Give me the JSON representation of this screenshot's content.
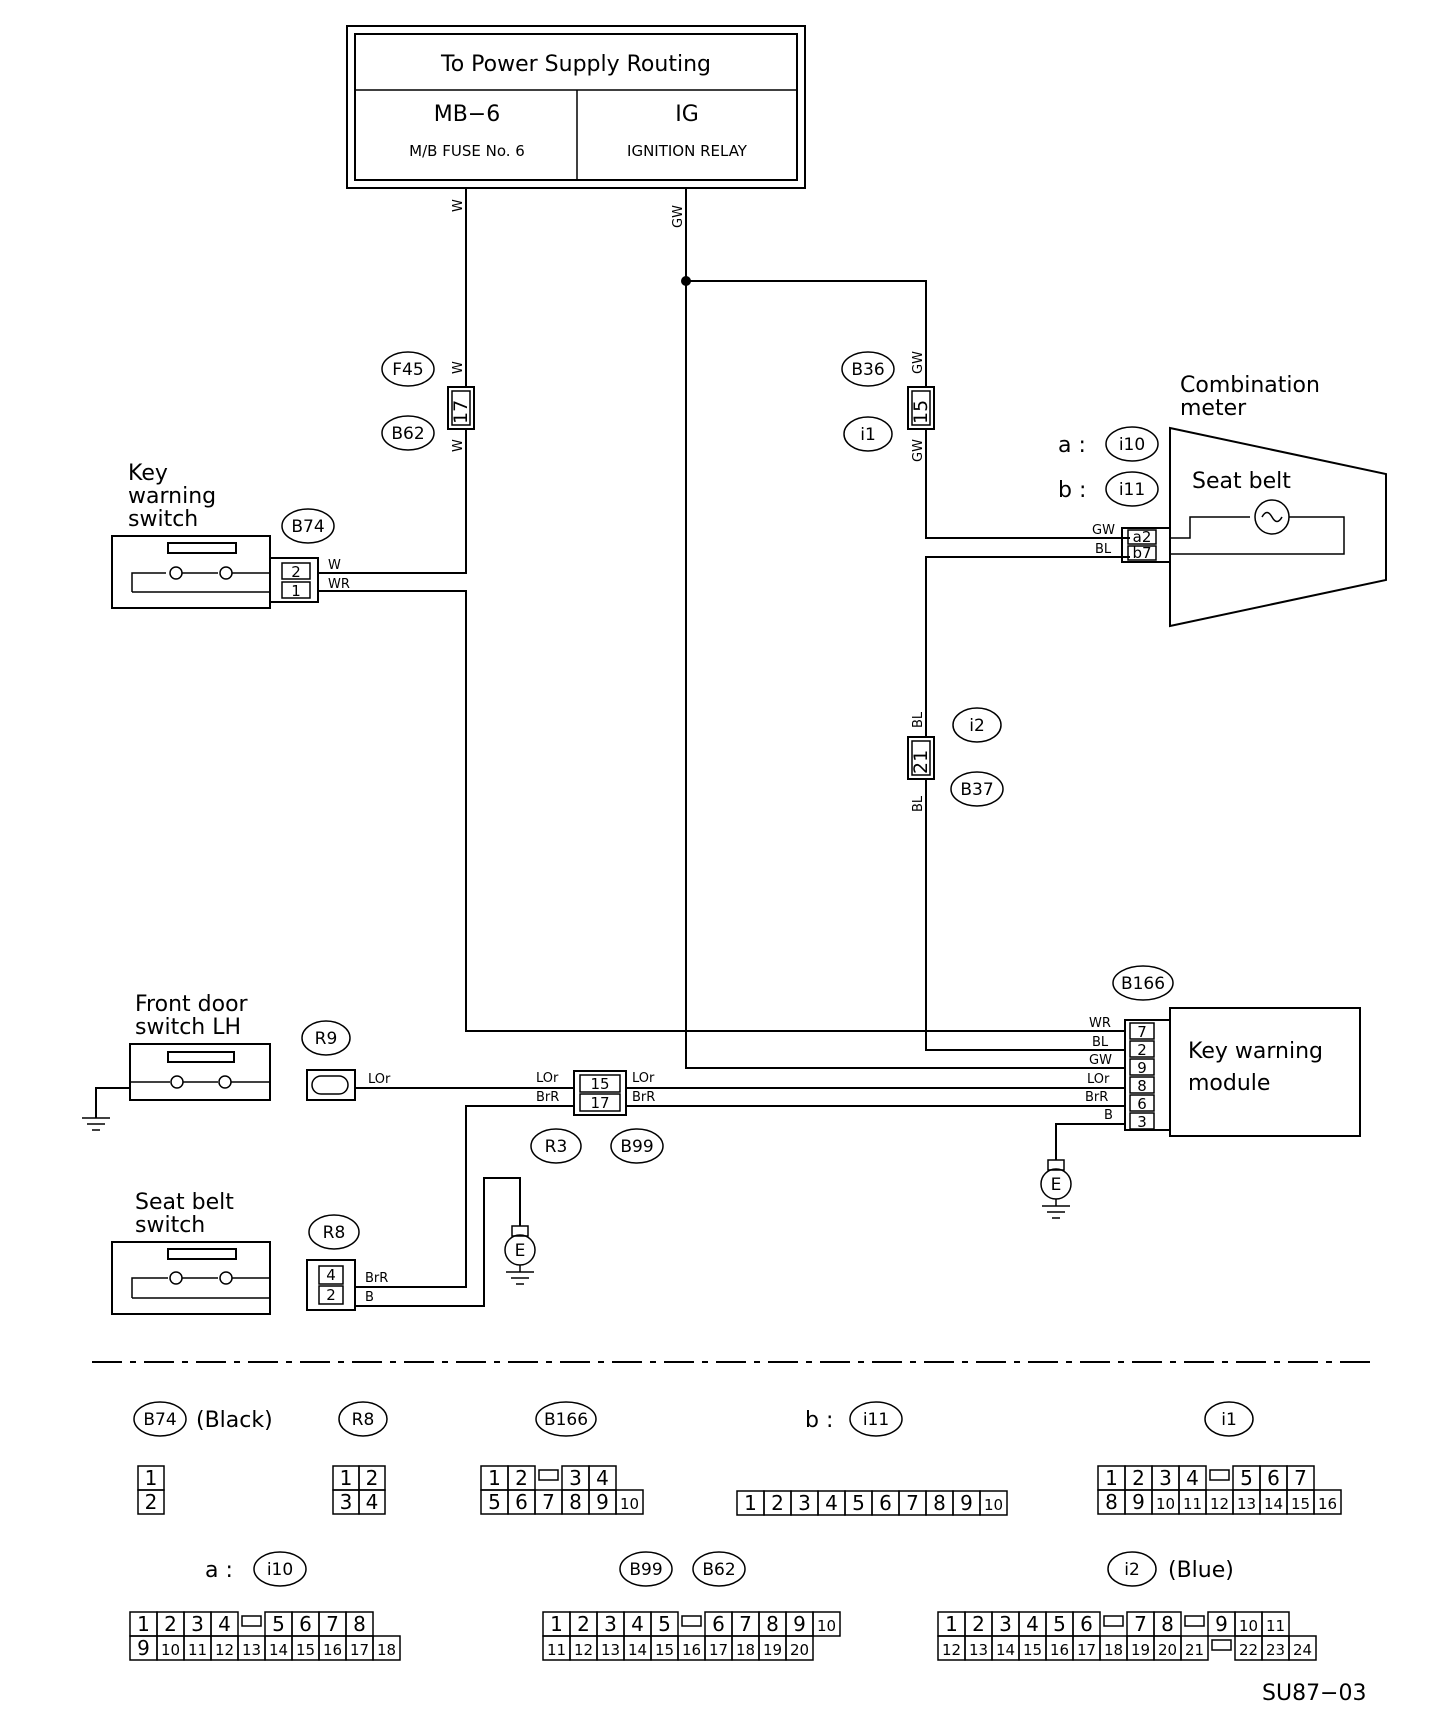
{
  "power_supply": {
    "title": "To Power Supply Routing",
    "left_label": "MB−6",
    "left_sub": "M/B FUSE No. 6",
    "right_label": "IG",
    "right_sub": "IGNITION RELAY"
  },
  "components": {
    "key_warning_switch": [
      "Key",
      "warning",
      "switch"
    ],
    "combination_meter": [
      "Combination",
      "meter"
    ],
    "seat_belt_lamp": "Seat belt",
    "front_door_switch": [
      "Front door",
      "switch LH"
    ],
    "seat_belt_switch": [
      "Seat belt",
      "switch"
    ],
    "key_warning_module": [
      "Key warning",
      "module"
    ],
    "meter_a_prefix": "a :",
    "meter_b_prefix": "b :",
    "ground": "E"
  },
  "connectors": {
    "F45": "F45",
    "B62": "B62",
    "B36": "B36",
    "i1": "i1",
    "i10": "i10",
    "i11": "i11",
    "i2": "i2",
    "B37": "B37",
    "B74": "B74",
    "B166": "B166",
    "R9": "R9",
    "R3": "R3",
    "B99": "B99",
    "R8": "R8"
  },
  "pins": {
    "f45_b62": "17",
    "b36_i1": "15",
    "i2_b37": "21",
    "b74_top": "2",
    "b74_bottom": "1",
    "meter_top": "a2",
    "meter_bottom": "b7",
    "r3_top": "15",
    "r3_bottom": "17",
    "r8_top": "4",
    "r8_bottom": "2",
    "module": [
      "7",
      "2",
      "9",
      "8",
      "6",
      "3"
    ]
  },
  "wires": {
    "W": "W",
    "GW": "GW",
    "BL": "BL",
    "WR": "WR",
    "LOr": "LOr",
    "BrR": "BrR",
    "B": "B",
    "module": [
      "WR",
      "BL",
      "GW",
      "LOr",
      "BrR",
      "B"
    ]
  },
  "legend": {
    "b74": {
      "tag": "B74",
      "note": "(Black)",
      "rows": [
        [
          "1"
        ],
        [
          "2"
        ]
      ]
    },
    "r8": {
      "tag": "R8",
      "rows": [
        [
          "1",
          "2"
        ],
        [
          "3",
          "4"
        ]
      ]
    },
    "b166": {
      "tag": "B166",
      "rows": [
        [
          "1",
          "2",
          "",
          "3",
          "4"
        ],
        [
          "5",
          "6",
          "7",
          "8",
          "9",
          "10"
        ]
      ]
    },
    "i11": {
      "prefix": "b :",
      "tag": "i11",
      "rows": [
        [
          "1",
          "2",
          "3",
          "4",
          "5",
          "6",
          "7",
          "8",
          "9",
          "10"
        ]
      ]
    },
    "i1": {
      "tag": "i1",
      "rows": [
        [
          "1",
          "2",
          "3",
          "4",
          "",
          "5",
          "6",
          "7"
        ],
        [
          "8",
          "9",
          "10",
          "11",
          "12",
          "13",
          "14",
          "15",
          "16"
        ]
      ]
    },
    "i10": {
      "prefix": "a :",
      "tag": "i10",
      "rows": [
        [
          "1",
          "2",
          "3",
          "4",
          "",
          "5",
          "6",
          "7",
          "8"
        ],
        [
          "9",
          "10",
          "11",
          "12",
          "13",
          "14",
          "15",
          "16",
          "17",
          "18"
        ]
      ]
    },
    "b99_b62": {
      "tags": [
        "B99",
        "B62"
      ],
      "rows": [
        [
          "1",
          "2",
          "3",
          "4",
          "5",
          "",
          "6",
          "7",
          "8",
          "9",
          "10"
        ],
        [
          "11",
          "12",
          "13",
          "14",
          "15",
          "16",
          "17",
          "18",
          "19",
          "20"
        ]
      ]
    },
    "i2": {
      "tag": "i2",
      "note": "(Blue)",
      "rows": [
        [
          "1",
          "2",
          "3",
          "4",
          "5",
          "6",
          "",
          "7",
          "8",
          "",
          "9",
          "10",
          "11"
        ],
        [
          "12",
          "13",
          "14",
          "15",
          "16",
          "17",
          "18",
          "19",
          "20",
          "21",
          "",
          "22",
          "23",
          "24"
        ]
      ]
    }
  },
  "footer": "SU87−03"
}
